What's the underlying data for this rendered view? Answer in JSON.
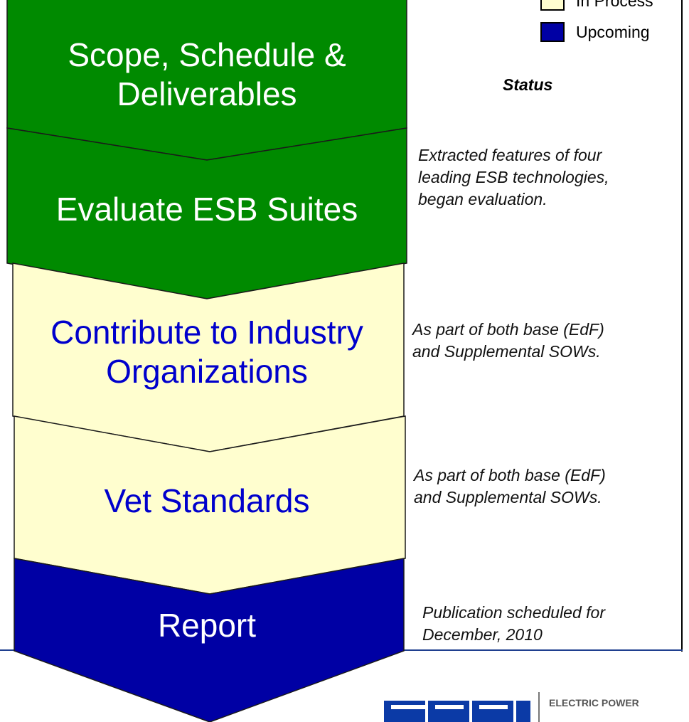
{
  "legend": {
    "items": [
      {
        "label": "In Process",
        "color": "#fffecf"
      },
      {
        "label": "Upcoming",
        "color": "#0000a4"
      }
    ]
  },
  "status_heading": "Status",
  "steps": [
    {
      "label": [
        "Scope, Schedule &",
        "Deliverables"
      ],
      "fill": "#008a00",
      "text_color": "#ffffff",
      "status": []
    },
    {
      "label": [
        "Evaluate ESB Suites"
      ],
      "fill": "#008a00",
      "text_color": "#ffffff",
      "status": [
        "Extracted features of four",
        "leading ESB technologies,",
        "began evaluation."
      ]
    },
    {
      "label": [
        "Contribute to Industry",
        "Organizations"
      ],
      "fill": "#fffecf",
      "text_color": "#0000cc",
      "status": [
        "As part of both base (EdF)",
        "and Supplemental SOWs."
      ]
    },
    {
      "label": [
        "Vet Standards"
      ],
      "fill": "#fffecf",
      "text_color": "#0000cc",
      "status": [
        "As part of both base (EdF)",
        "and Supplemental SOWs."
      ]
    },
    {
      "label": [
        "Report"
      ],
      "fill": "#0000a4",
      "text_color": "#ffffff",
      "status": [
        "Publication scheduled for",
        "December, 2010"
      ]
    }
  ],
  "logo": {
    "mark": "EPRI",
    "tagline": "ELECTRIC POWER",
    "color": "#0b3aa6"
  }
}
